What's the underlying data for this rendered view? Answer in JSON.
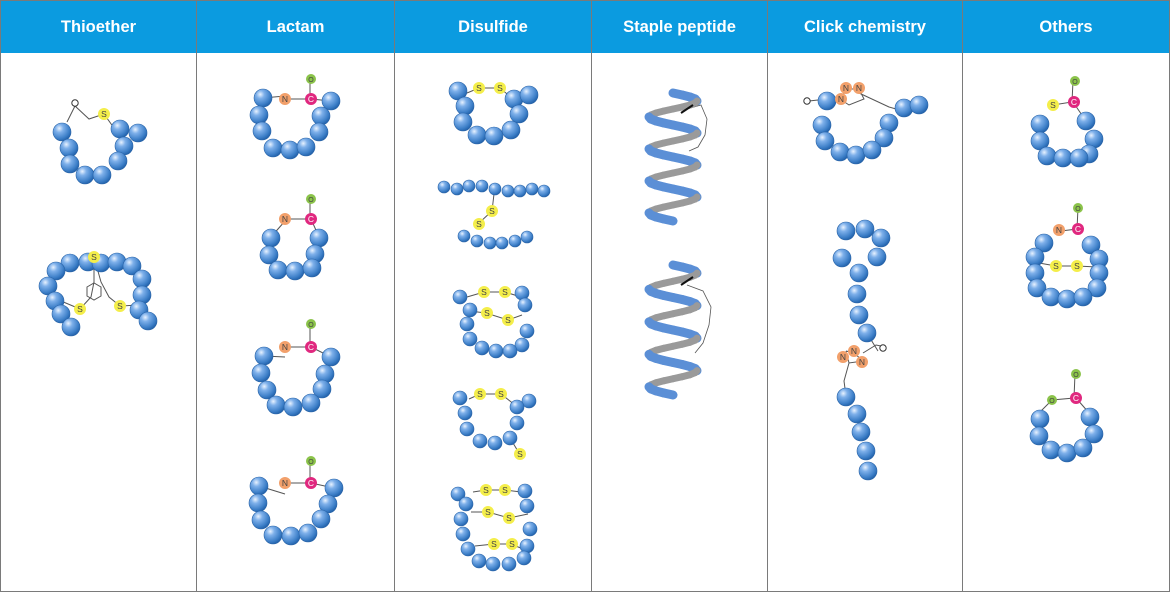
{
  "columns": [
    {
      "title": "Thioether"
    },
    {
      "title": "Lactam"
    },
    {
      "title": "Disulfide"
    },
    {
      "title": "Staple peptide"
    },
    {
      "title": "Click chemistry"
    },
    {
      "title": "Others"
    }
  ],
  "atoms": {
    "sulfur": "S",
    "nitrogen": "N",
    "carbon": "C",
    "oxygen": "O"
  },
  "colors": {
    "header": "#0b9be0",
    "bead": "#3d7fc8",
    "sulfur": "#f4ee4a",
    "nitrogen": "#f2a06b",
    "carbon": "#e0287f",
    "oxygen": "#8bc34a",
    "helix_front": "#5b8fd6",
    "helix_back": "#9a9a9a"
  }
}
